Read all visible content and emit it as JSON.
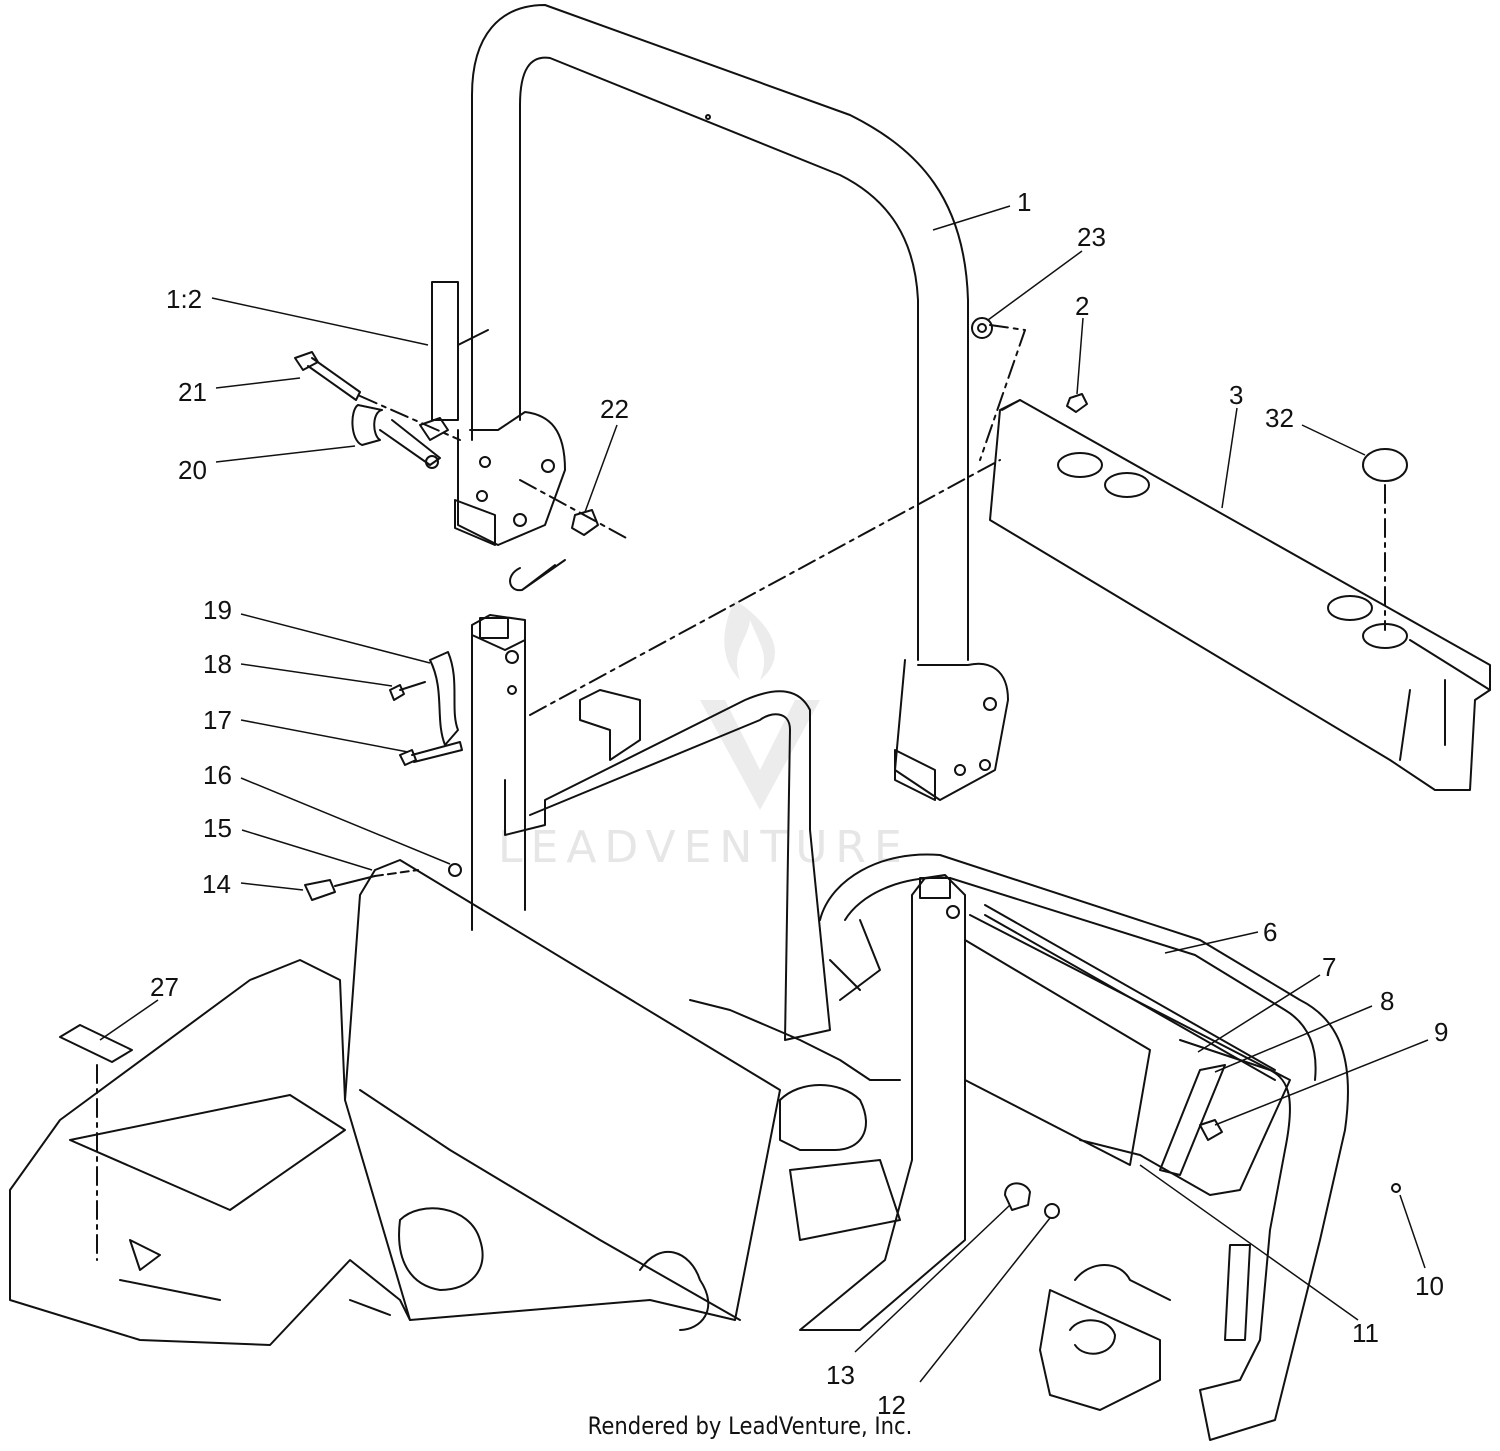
{
  "callouts": [
    {
      "id": "c1",
      "label": "1"
    },
    {
      "id": "c1-2",
      "label": "1:2"
    },
    {
      "id": "c2",
      "label": "2"
    },
    {
      "id": "c3",
      "label": "3"
    },
    {
      "id": "c6",
      "label": "6"
    },
    {
      "id": "c7",
      "label": "7"
    },
    {
      "id": "c8",
      "label": "8"
    },
    {
      "id": "c9",
      "label": "9"
    },
    {
      "id": "c10",
      "label": "10"
    },
    {
      "id": "c11",
      "label": "11"
    },
    {
      "id": "c12",
      "label": "12"
    },
    {
      "id": "c13",
      "label": "13"
    },
    {
      "id": "c14",
      "label": "14"
    },
    {
      "id": "c15",
      "label": "15"
    },
    {
      "id": "c16",
      "label": "16"
    },
    {
      "id": "c17",
      "label": "17"
    },
    {
      "id": "c18",
      "label": "18"
    },
    {
      "id": "c19",
      "label": "19"
    },
    {
      "id": "c20",
      "label": "20"
    },
    {
      "id": "c21",
      "label": "21"
    },
    {
      "id": "c22",
      "label": "22"
    },
    {
      "id": "c23",
      "label": "23"
    },
    {
      "id": "c27",
      "label": "27"
    },
    {
      "id": "c32",
      "label": "32"
    }
  ],
  "watermark": "LEADVENTURE",
  "footer": "Rendered by LeadVenture, Inc."
}
